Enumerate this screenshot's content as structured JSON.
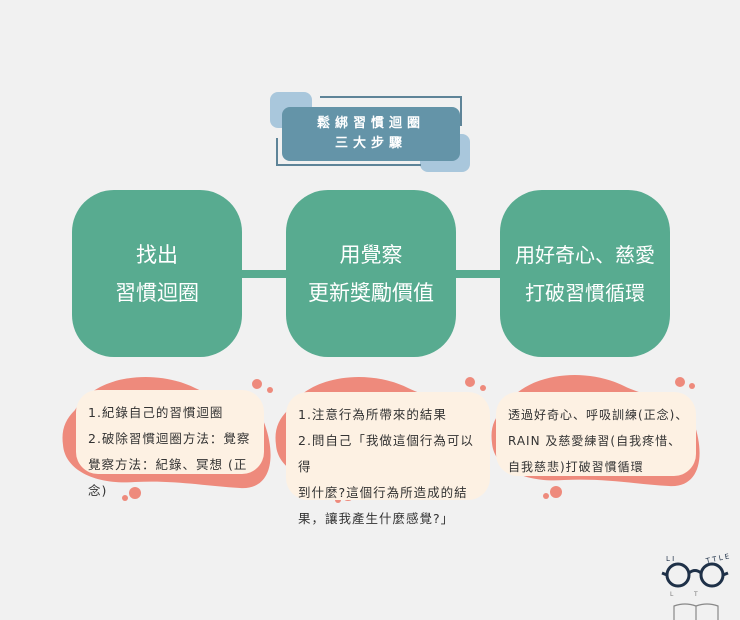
{
  "title": {
    "line1": "鬆綁習慣迴圈",
    "line2": "三大步驟"
  },
  "steps": [
    {
      "line1": "找出",
      "line2": "習慣迴圈"
    },
    {
      "line1": "用覺察",
      "line2": "更新獎勵價值"
    },
    {
      "line1": "用好奇心、慈愛",
      "line2": "打破習慣循環"
    }
  ],
  "notes": [
    {
      "lines": [
        "1.紀錄自己的習慣迴圈",
        "2.破除習慣迴圈方法：覺察",
        "覺察方法：紀錄、冥想 (正念)"
      ]
    },
    {
      "lines": [
        "1.注意行為所帶來的結果",
        "2.問自己「我做這個行為可以得",
        "到什麼?這個行為所造成的結",
        "果，讓我產生什麼感覺?」"
      ]
    },
    {
      "lines": [
        "透過好奇心、呼吸訓練(正念)、",
        "RAIN 及慈愛練習(自我疼惜、",
        "自我慈悲)打破習慣循環"
      ]
    }
  ],
  "logo": {
    "text_top": "LITTLE",
    "icon": "glasses-book-icon"
  },
  "colors": {
    "background": "#f1f1f1",
    "step_green": "#58ab90",
    "title_blue": "#6494a8",
    "title_accent": "#a9c7dc",
    "blob_coral": "#ee8a7c",
    "note_cream": "#fdf1e3",
    "logo_navy": "#1f3148"
  }
}
